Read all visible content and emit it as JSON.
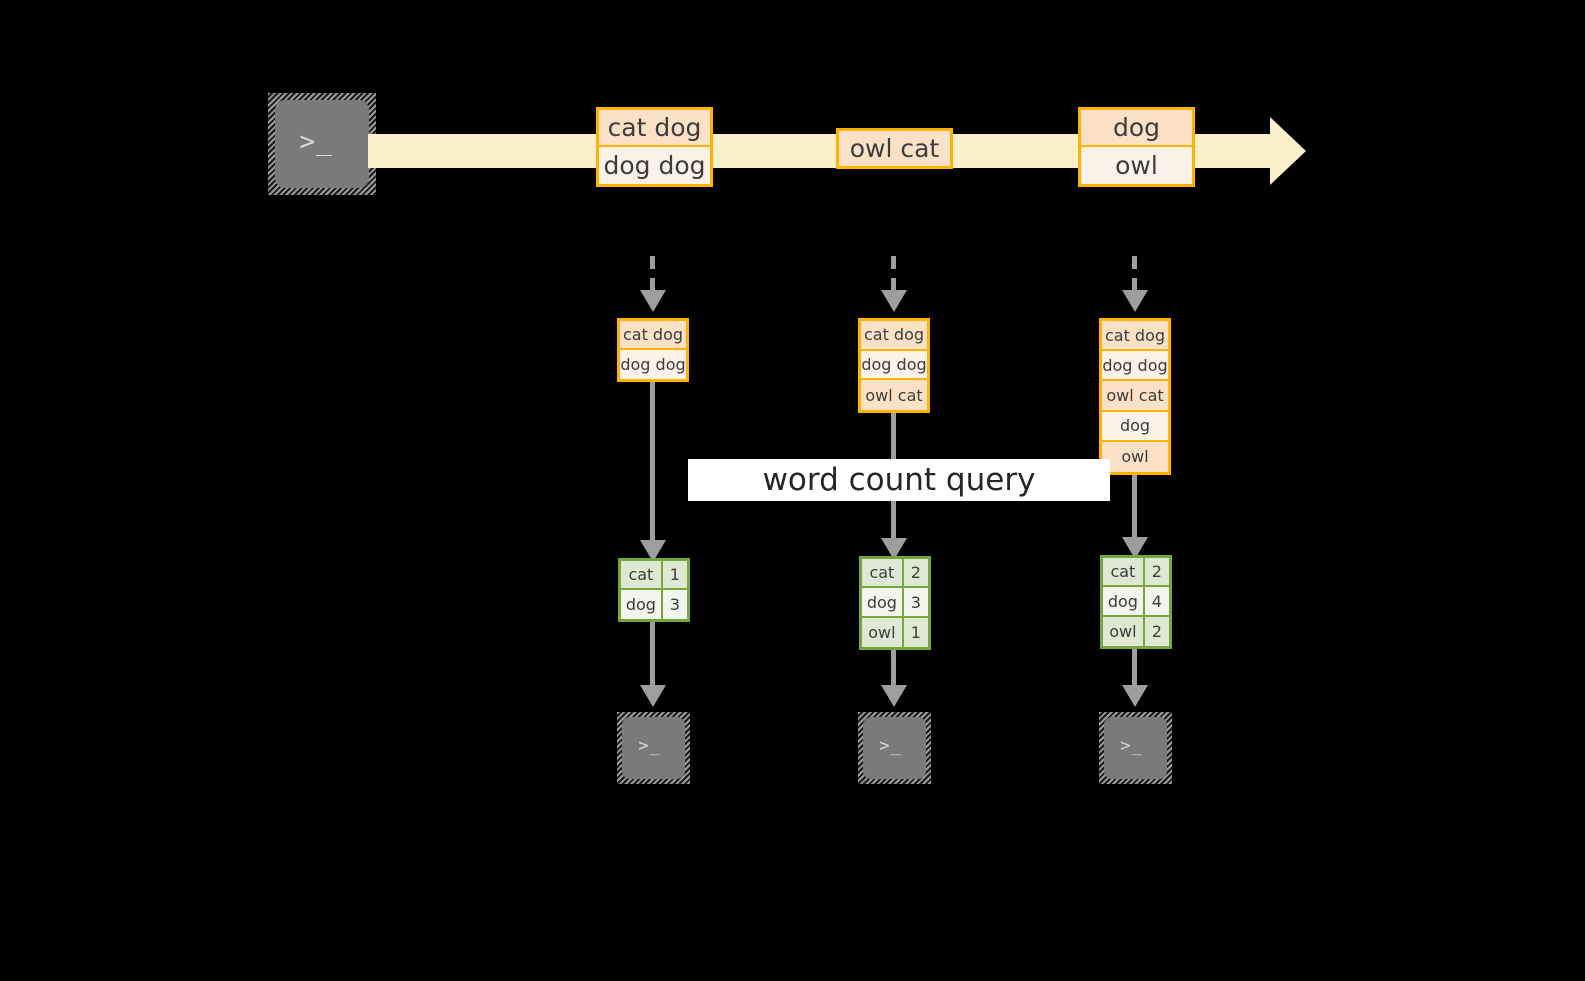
{
  "diagram": {
    "title_label": "word count query",
    "colors": {
      "stream": "#FCEFCB",
      "event_border": "#FFB200",
      "event_fill_peach": "#FBE2C7",
      "event_fill_cream": "#FDF2E8",
      "result_border": "#76A73B",
      "result_fill_dark": "#DEE8D3",
      "result_fill_light": "#F1F5ED",
      "connector": "#9E9E9E",
      "terminal": "#7A7A7A",
      "background": "#000000"
    },
    "source": {
      "icon": "terminal-icon",
      "prompt": ">_"
    },
    "stream": {
      "events": [
        {
          "cells": [
            "cat dog",
            "dog dog"
          ]
        },
        {
          "cells": [
            "owl cat"
          ]
        },
        {
          "cells": [
            "dog",
            "owl"
          ]
        }
      ]
    },
    "snapshots": [
      {
        "id": "snapshot-1",
        "input": {
          "cells": [
            "cat dog",
            "dog dog"
          ]
        },
        "result": {
          "rows": [
            {
              "word": "cat",
              "count": "1"
            },
            {
              "word": "dog",
              "count": "3"
            }
          ]
        },
        "sink": {
          "icon": "terminal-icon",
          "prompt": ">_"
        }
      },
      {
        "id": "snapshot-2",
        "input": {
          "cells": [
            "cat dog",
            "dog dog",
            "owl cat"
          ]
        },
        "result": {
          "rows": [
            {
              "word": "cat",
              "count": "2"
            },
            {
              "word": "dog",
              "count": "3"
            },
            {
              "word": "owl",
              "count": "1"
            }
          ]
        },
        "sink": {
          "icon": "terminal-icon",
          "prompt": ">_"
        }
      },
      {
        "id": "snapshot-3",
        "input": {
          "cells": [
            "cat dog",
            "dog dog",
            "owl cat",
            "dog",
            "owl"
          ]
        },
        "result": {
          "rows": [
            {
              "word": "cat",
              "count": "2"
            },
            {
              "word": "dog",
              "count": "4"
            },
            {
              "word": "owl",
              "count": "2"
            }
          ]
        },
        "sink": {
          "icon": "terminal-icon",
          "prompt": ">_"
        }
      }
    ]
  }
}
